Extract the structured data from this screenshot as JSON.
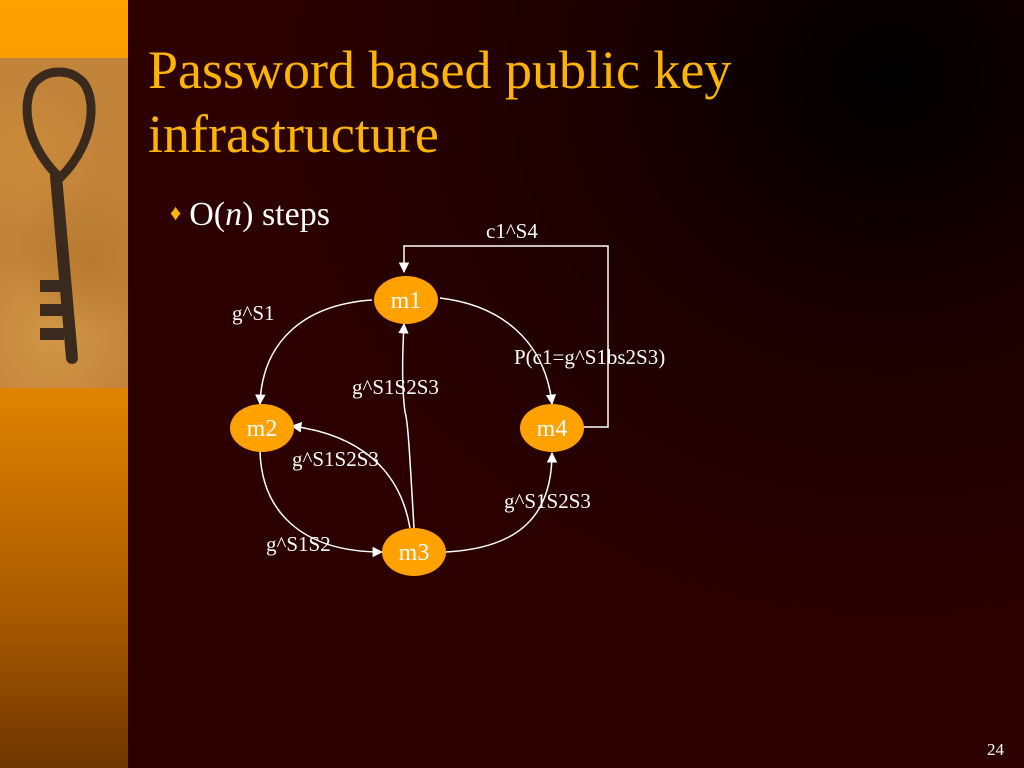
{
  "slide": {
    "title_line1": "Password based public key",
    "title_line2": "infrastructure",
    "bullet_prefix": "O(",
    "bullet_italic": "n",
    "bullet_suffix": ") steps",
    "page_number": "24"
  },
  "diagram": {
    "nodes": {
      "m1": "m1",
      "m2": "m2",
      "m3": "m3",
      "m4": "m4"
    },
    "edge_labels": {
      "m1_m2": "g^S1",
      "m3_m1": "g^S1S2S3",
      "m3_m2": "g^S1S2S3",
      "m2_m3": "g^S1S2",
      "m3_m4": "g^S1S2S3",
      "m1_m4": "P(c1=g^S1bs2S3)",
      "m4_m1": "c1^S4"
    }
  },
  "colors": {
    "title": "#ffb400",
    "node_fill": "#ffa200",
    "background": "#2a0000",
    "sidebar": "#ffa200"
  }
}
